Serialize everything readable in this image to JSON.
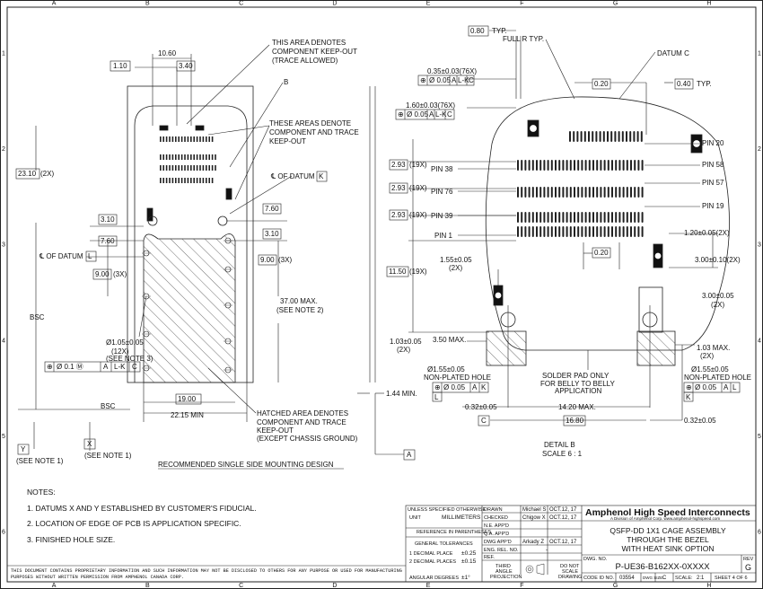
{
  "grid": {
    "cols": [
      "A",
      "B",
      "C",
      "D",
      "E",
      "F",
      "G",
      "H"
    ],
    "rows": [
      "1",
      "2",
      "3",
      "4",
      "5",
      "6"
    ]
  },
  "left_view": {
    "callouts": {
      "keepout_component": [
        "THIS AREA DENOTES",
        "COMPONENT KEEP-OUT",
        "(TRACE ALLOWED)"
      ],
      "b_label": "B",
      "keepout_component_trace": [
        "THESE AREAS DENOTE",
        "COMPONENT AND TRACE",
        "KEEP-OUT"
      ],
      "datum_k": "℄ OF DATUM",
      "datum_k_box": "K",
      "datum_l": "℄ OF DATUM",
      "datum_l_box": "L",
      "hatched": [
        "HATCHED AREA DENOTES",
        "COMPONENT AND TRACE",
        "KEEP-OUT",
        "(EXCEPT CHASSIS GROUND)"
      ],
      "hole_dim": [
        "Ø1.05±0.05",
        "(12X)",
        "(SEE NOTE 3)"
      ],
      "hole_fcf": [
        "Ø 0.1 Ⓜ",
        "A",
        "L-K",
        "C"
      ]
    },
    "dims": {
      "d10_60": "10.60",
      "d1_10": "1.10",
      "d3_40": "3.40",
      "d23_10": "23.10",
      "d23_10_note": "(2X)",
      "d3_10_left": "3.10",
      "d7_60_left": "7.60",
      "d9_00_left": "9.00",
      "d9_00_left_note": "(3X)",
      "d7_60_right": "7.60",
      "d3_10_right": "3.10",
      "d9_00_right": "9.00",
      "d9_00_right_note": "(3X)",
      "d37_max": "37.00 MAX.",
      "d37_note": "(SEE NOTE 2)",
      "d19_00": "19.00",
      "d22_15": "22.15 MIN",
      "bsc_v": "BSC",
      "bsc_h": "BSC",
      "d1_44": "1.44 MIN."
    },
    "datum_y": "Y",
    "datum_y_note": "(SEE NOTE 1)",
    "datum_x": "X",
    "datum_x_note": "(SEE NOTE 1)",
    "datum_a": "A",
    "title": "RECOMMENDED SINGLE SIDE MOUNTING DESIGN"
  },
  "detail_b": {
    "labels": {
      "full_r": "FULL R TYP.",
      "datum_c": "DATUM C",
      "d0_80": "0.80",
      "typ": "TYP.",
      "d0_35": "0.35±0.03(76X)",
      "fcf1": [
        "Ø 0.05",
        "A",
        "L-K",
        "C"
      ],
      "d1_60": "1.60±0.03(76X)",
      "fcf2": [
        "Ø 0.05",
        "A",
        "L-K",
        "C"
      ],
      "d0_20_top": "0.20",
      "d0_40": "0.40",
      "typ2": "TYP.",
      "pin20": "PIN 20",
      "pin58": "PIN 58",
      "pin57": "PIN 57",
      "pin19": "PIN 19",
      "pin38": "PIN 38",
      "pin76": "PIN 76",
      "pin39": "PIN 39",
      "pin1": "PIN 1",
      "d2_93a": "2.93",
      "d2_93b": "2.93",
      "d2_93c": "2.93",
      "n19x": "(19X)",
      "d11_50": "11.50",
      "d1_20": "1.20±0.05(2X)",
      "d3_00a": "3.00±0.10(2X)",
      "d0_20_mid": "0.20",
      "d1_55": "1.55±0.05",
      "d1_55_note": "(2X)",
      "d3_00b": "3.00±0.05",
      "d3_00b_note": "(2X)",
      "d3_50": "3.50 MAX.",
      "d1_03a": "1.03±0.05",
      "d1_03a_note": "(2X)",
      "d1_03b": "1.03 MAX.",
      "d1_03b_note": "(2X)",
      "hole_l": [
        "Ø1.55±0.05",
        "NON-PLATED HOLE"
      ],
      "fcf_l": [
        "Ø 0.05",
        "A",
        "K"
      ],
      "datum_l": "L",
      "hole_r": [
        "Ø1.55±0.05",
        "NON-PLATED HOLE"
      ],
      "fcf_r": [
        "Ø 0.05",
        "A",
        "L"
      ],
      "datum_k": "K",
      "solder": [
        "SOLDER PAD ONLY",
        "FOR BELLY TO BELLY",
        "APPLICATION"
      ],
      "d0_32a": "0.32±0.05",
      "d14_20": "14.20 MAX.",
      "datum_c_box": "C",
      "d16_80": "16.80",
      "d0_32b": "0.32±0.05",
      "detail": "DETAIL B",
      "scale": "SCALE 6 : 1"
    }
  },
  "notes": {
    "heading": "NOTES:",
    "items": [
      "1.   DATUMS X AND Y ESTABLISHED BY CUSTOMER'S FIDUCIAL.",
      "2.   LOCATION OF EDGE OF PCB IS APPLICATION SPECIFIC.",
      "3.   FINISHED HOLE SIZE."
    ],
    "proprietary": [
      "THIS DOCUMENT CONTAINS PROPRIETARY INFORMATION AND SUCH INFORMATION MAY NOT BE DISCLOSED TO OTHERS FOR ANY PURPOSE OR USED FOR MANUFACTURING",
      "PURPOSES WITHOUT WRITTEN PERMISSION FROM AMPHENOL CANADA CORP."
    ]
  },
  "title_block": {
    "unless": "UNLESS SPECIFIED OTHERWISE",
    "unit_label": "UNIT",
    "unit": "MILLIMETERS",
    "reference": "REFERENCE IN PARENTHESES",
    "gen_tol": "GENERAL TOLERANCES",
    "dec1": "1 DECIMAL PLACE",
    "dec1_val": "±0.25",
    "dec2": "2 DECIMAL PLACES",
    "dec2_val": "±0.15",
    "angular": "ANGULAR DEGREES",
    "angular_val": "±1°",
    "drawn": "DRAWN",
    "drawn_by": "Michael S",
    "drawn_date": "OCT.12, 17",
    "checked": "CHECKED",
    "checked_by": "Chigow X",
    "checked_date": "OCT.12, 17",
    "ne_app": "N.E. APP'D",
    "qa_app": "Q.A. APP'D",
    "dwg_app": "DWG APP'D",
    "dwg_app_by": "Arkady Z",
    "dwg_app_date": "OCT.12, 17",
    "eng_rel": "ENG. REL. NO.",
    "eng_rel_val": "-",
    "ref": "REF.",
    "third_angle": [
      "THIRD",
      "ANGLE",
      "PROJECTION"
    ],
    "do_not_scale": [
      "DO NOT",
      "SCALE",
      "DRAWING"
    ],
    "company": "Amphenol High Speed Interconnects",
    "company_sub": "A Division of Amphenol Corp.  www.amphenol-highspeed.com",
    "title": [
      "QSFP-DD 1X1 CAGE ASSEMBLY",
      "THROUGH THE BEZEL",
      "WITH HEAT SINK OPTION"
    ],
    "dwg_no_label": "DWG. NO.",
    "dwg_no": "P-UE36-B162XX-0XXXX",
    "rev_label": "REV",
    "rev": "G",
    "code_label": "CODE ID NO.",
    "code": "03554",
    "size_label": "DWG SIZE:",
    "size": "C",
    "scale_label": "SCALE:",
    "scale": "2:1",
    "sheet": "SHEET 4 OF 6"
  }
}
